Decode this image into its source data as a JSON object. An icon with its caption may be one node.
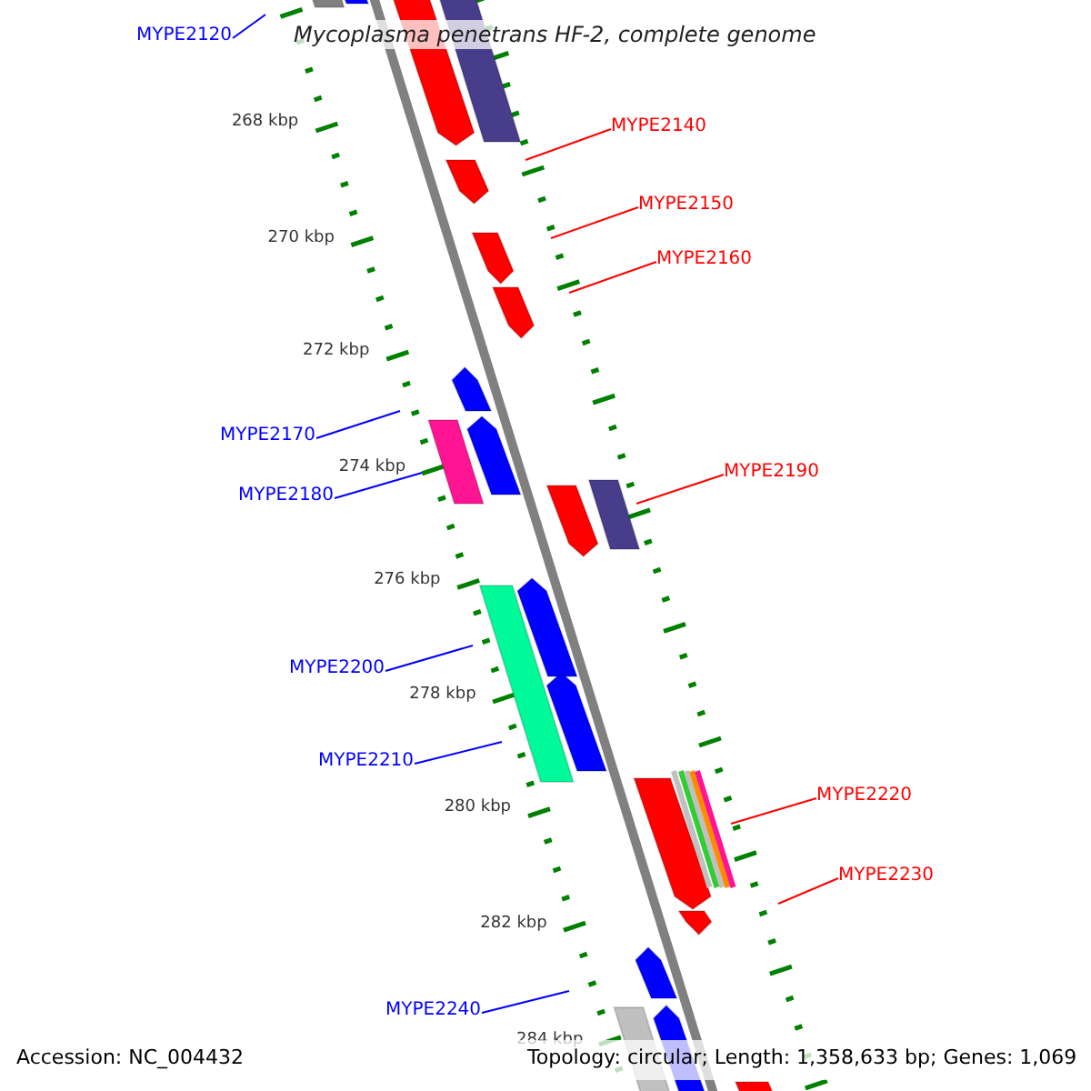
{
  "diagram": {
    "title": "Mycoplasma penetrans HF-2, complete genome",
    "nodes": [
      {
        "text": [
          "MYPE2120"
        ]
      },
      {
        "text": [
          "MYPE2140"
        ]
      },
      {
        "text": [
          "MYPE2150"
        ]
      },
      {
        "text": [
          "MYPE2160"
        ]
      },
      {
        "text": [
          "MYPE2170"
        ]
      },
      {
        "text": [
          "MYPE2180"
        ]
      },
      {
        "text": [
          "MYPE2190"
        ]
      },
      {
        "text": [
          "MYPE2200"
        ]
      },
      {
        "text": [
          "MYPE2210"
        ]
      },
      {
        "text": [
          "MYPE2220"
        ]
      },
      {
        "text": [
          "MYPE2230"
        ]
      },
      {
        "text": [
          "MYPE2240"
        ]
      }
    ],
    "edges": [
      {
        "from": 0,
        "to": null,
        "arrow": "none",
        "color": "#0000ff"
      },
      {
        "from": 1,
        "to": null,
        "arrow": "none",
        "color": "#ff0000"
      },
      {
        "from": 2,
        "to": null,
        "arrow": "none",
        "color": "#ff0000"
      },
      {
        "from": 3,
        "to": null,
        "arrow": "none",
        "color": "#ff0000"
      },
      {
        "from": 4,
        "to": null,
        "arrow": "none",
        "color": "#0000ff"
      },
      {
        "from": 5,
        "to": null,
        "arrow": "none",
        "color": "#0000ff"
      },
      {
        "from": 6,
        "to": null,
        "arrow": "none",
        "color": "#ff0000"
      },
      {
        "from": 7,
        "to": null,
        "arrow": "none",
        "color": "#0000ff"
      },
      {
        "from": 8,
        "to": null,
        "arrow": "none",
        "color": "#0000ff"
      },
      {
        "from": 9,
        "to": null,
        "arrow": "none",
        "color": "#ff0000"
      },
      {
        "from": 10,
        "to": null,
        "arrow": "none",
        "color": "#ff0000"
      },
      {
        "from": 11,
        "to": null,
        "arrow": "none",
        "color": "#0000ff"
      }
    ],
    "labels": [
      "268 kbp",
      "270 kbp",
      "272 kbp",
      "274 kbp",
      "276 kbp",
      "278 kbp",
      "280 kbp",
      "282 kbp",
      "284 kbp",
      "Accession: NC_004432",
      "Topology: circular; Length: 1,358,633 bp; Genes: 1,069"
    ]
  }
}
